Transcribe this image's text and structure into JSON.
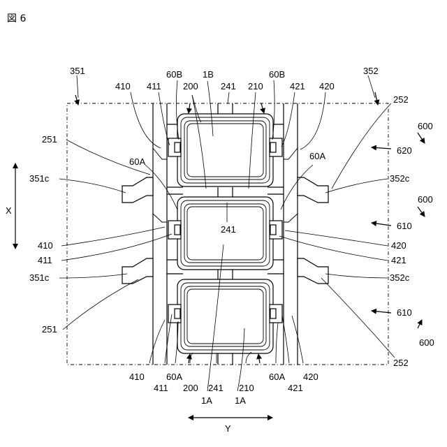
{
  "figure": {
    "title": "図 6"
  },
  "labels": {
    "l351": "351",
    "l352": "352",
    "l410_top": "410",
    "l411_top": "411",
    "l60B_left": "60B",
    "l1B": "1B",
    "l200_top": "200",
    "l241_top": "241",
    "l210_top": "210",
    "l60B_right": "60B",
    "l421_top": "421",
    "l420_top": "420",
    "l252_top": "252",
    "l600_a": "600",
    "l620": "620",
    "l251_top": "251",
    "l60A_upper_left": "60A",
    "l60A_upper_right": "60A",
    "l351c_top": "351c",
    "l352c_top": "352c",
    "l600_b": "600",
    "l610_a": "610",
    "l241_mid": "241",
    "l410_mid": "410",
    "l411_mid": "411",
    "l420_mid": "420",
    "l421_mid": "421",
    "l351c_bot": "351c",
    "l352c_bot": "352c",
    "l251_bot": "251",
    "l610_b": "610",
    "l600_c": "600",
    "l252_bot": "252",
    "l410_bot": "410",
    "l411_bot": "411",
    "l60A_bot_left": "60A",
    "l200_bot": "200",
    "l241_bot": "241",
    "l210_bot": "210",
    "l60A_bot_right": "60A",
    "l421_bot": "421",
    "l420_bot": "420",
    "l1A_left": "1A",
    "l1A_right": "1A",
    "axis_x": "X",
    "axis_y": "Y"
  }
}
